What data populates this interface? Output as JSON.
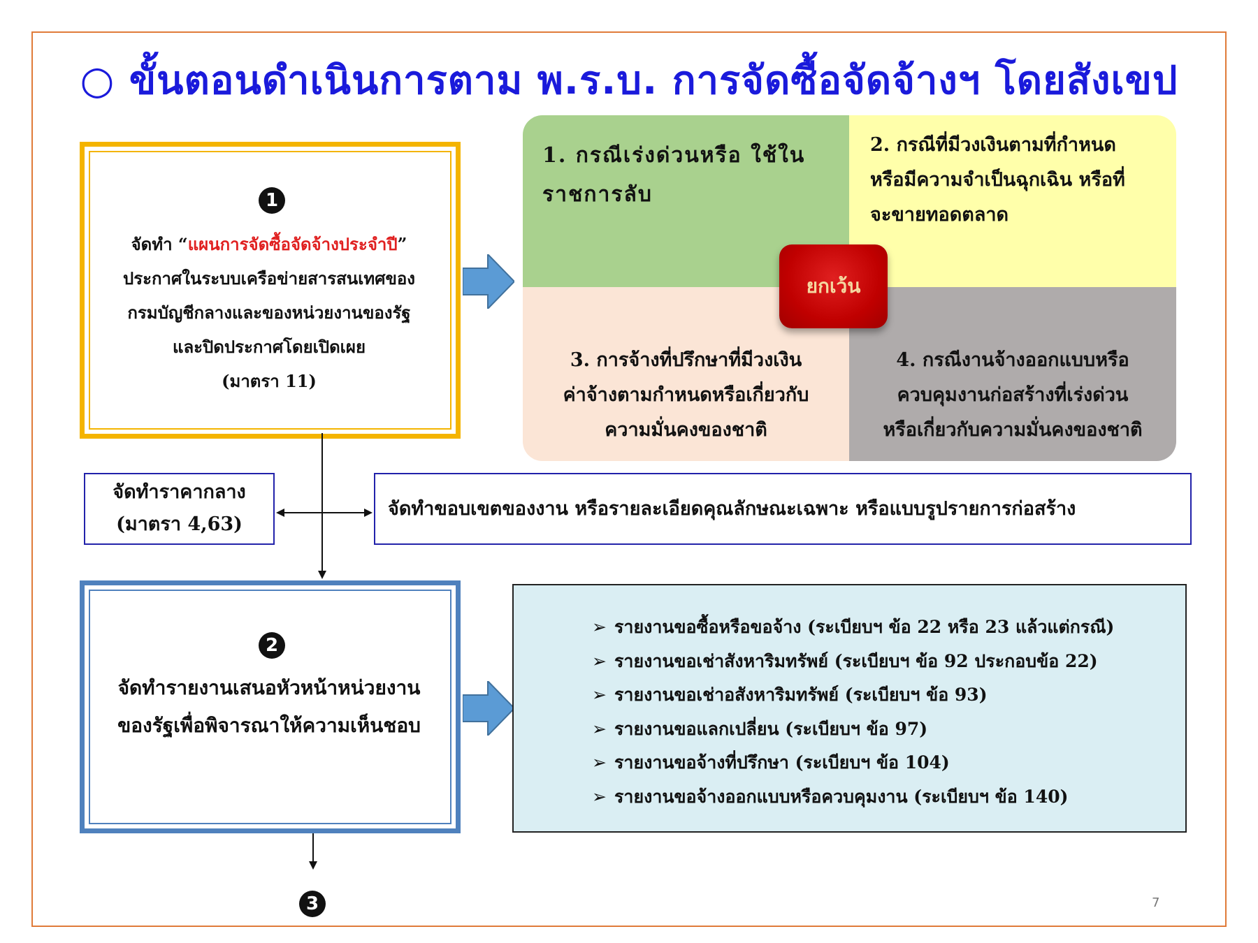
{
  "title": "○ ขั้นตอนดำเนินการตาม พ.ร.บ. การจัดซื้อจัดจ้างฯ โดยสังเขป",
  "step1": {
    "number": "1",
    "lines": [
      {
        "pre": "จัดทำ “",
        "highlight": "แผนการจัดซื้อจัดจ้างประจำปี",
        "post": "”"
      },
      "ประกาศในระบบเครือข่ายสารสนเทศของ",
      "กรมบัญชีกลางและของหน่วยงานของรัฐ",
      "และปิดประกาศโดยเปิดเผย",
      "(มาตรา 11)"
    ]
  },
  "exceptions": {
    "label": "ยกเว้น",
    "cases": [
      [
        "1. กรณีเร่งด่วนหรือ ใช้ใน",
        "ราชการลับ"
      ],
      [
        "2. กรณีที่มีวงเงินตามที่กำหนด",
        "หรือมีความจำเป็นฉุกเฉิน หรือที่",
        "จะขายทอดตลาด"
      ],
      [
        "3. การจ้างที่ปรึกษาที่มีวงเงิน",
        "ค่าจ้างตามกำหนดหรือเกี่ยวกับ",
        "ความมั่นคงของชาติ"
      ],
      [
        "4. กรณีงานจ้างออกแบบหรือ",
        "ควบคุมงานก่อสร้างที่เร่งด่วน",
        "หรือเกี่ยวกับความมั่นคงของชาติ"
      ]
    ]
  },
  "middle_price": [
    "จัดทำราคากลาง",
    "(มาตรา 4,63)"
  ],
  "scope": "จัดทำขอบเขตของงาน  หรือรายละเอียดคุณลักษณะเฉพาะ  หรือแบบรูปรายการก่อสร้าง",
  "step2": {
    "number": "2",
    "lines": [
      "จัดทำรายงานเสนอหัวหน้าหน่วยงาน",
      "ของรัฐเพื่อพิจารณาให้ความเห็นชอบ"
    ]
  },
  "reports": {
    "marker": "➢",
    "items": [
      "รายงานขอซื้อหรือขอจ้าง (ระเบียบฯ ข้อ 22 หรือ 23 แล้วแต่กรณี)",
      "รายงานขอเช่าสังหาริมทรัพย์ (ระเบียบฯ ข้อ 92 ประกอบข้อ 22)",
      "รายงานขอเช่าอสังหาริมทรัพย์ (ระเบียบฯ ข้อ 93)",
      "รายงานขอแลกเปลี่ยน (ระเบียบฯ ข้อ 97)",
      "รายงานขอจ้างที่ปรึกษา (ระเบียบฯ ข้อ 104)",
      "รายงานขอจ้างออกแบบหรือควบคุมงาน (ระเบียบฯ ข้อ 140)"
    ]
  },
  "step3_number": "3",
  "page_number": "7",
  "colors": {
    "title": "#1a1adb",
    "frame": "#e07b39",
    "step1_border": "#f4b400",
    "step2_border": "#4f81bd",
    "arrow": "#5b9bd5",
    "highlight": "#e02020",
    "case1": "#a9d18e",
    "case2": "#ffffaa",
    "case3": "#fbe5d6",
    "case4": "#afabab",
    "exception": "#c00000",
    "reports_bg": "#daeef3"
  }
}
